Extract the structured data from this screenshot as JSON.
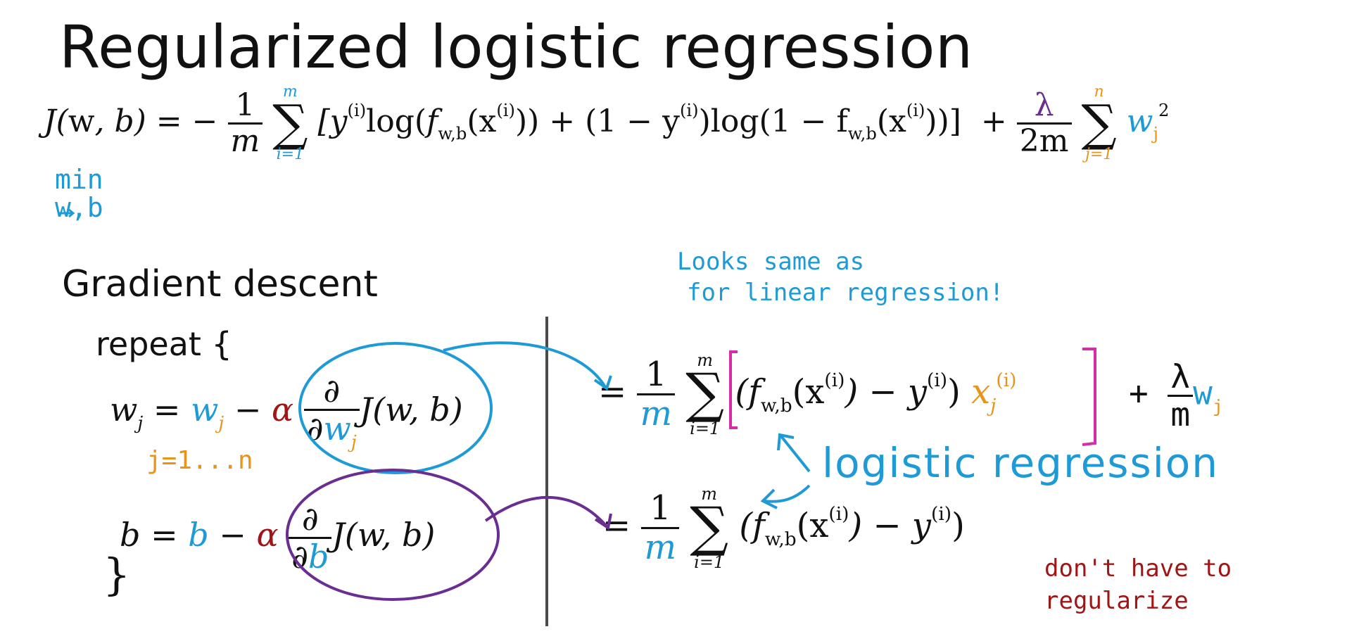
{
  "title": "Regularized logistic regression",
  "cost": {
    "lhs": "J(",
    "w": "w",
    "comma_b": ", b) = −",
    "one": "1",
    "m": "m",
    "sum_top": "m",
    "sum_bottom": "i=1",
    "sigma": "∑",
    "body": "[y",
    "sup_i": "(i)",
    "log": "log",
    "f": "f",
    "f_sub": "w,b",
    "x": "x",
    "mid": "+ (1 − y",
    "log2": "log(1 − f",
    "close": ")]",
    "plus": "+",
    "lambda": "λ",
    "two_m": "2m",
    "reg_top": "n",
    "reg_bottom": "j=1",
    "w_j": "w",
    "j": "j",
    "sq": "2"
  },
  "min_note": {
    "line1": "min",
    "line2": "w,b"
  },
  "gradient": {
    "subtitle": "Gradient descent",
    "repeat": "repeat {",
    "close_brace": "}",
    "wj_lhs": "w",
    "j": "j",
    "eq": " = ",
    "minus": " − ",
    "alpha": "α",
    "partial": "∂",
    "J_w_b": "J(w, b)",
    "j_range": "j=1...n",
    "b": "b",
    "b_eq": "b = ",
    "partial_b": "∂b"
  },
  "right": {
    "eq": "=",
    "one": "1",
    "m": "m",
    "sum_top": "m",
    "sum_bottom": "i=1",
    "sigma": "∑",
    "paren_open": "(f",
    "f_sub": "w,b",
    "x_part": "(x",
    "sup_i": "(i)",
    "minus_y": ") − y",
    "close": ")",
    "x_j": "x",
    "j": "j",
    "plus": "+",
    "lambda": "λ",
    "w": "w"
  },
  "notes": {
    "looks_same_1": "Looks same as",
    "looks_same_2": "for linear regression!",
    "logistic": "logistic regression",
    "dont_1": "don't have to",
    "dont_2": "regularize"
  },
  "colors": {
    "blue": "#1e9ad6",
    "orange": "#e8931a",
    "purple": "#6a2d91",
    "red": "#a01616",
    "magenta": "#d62ca7"
  }
}
